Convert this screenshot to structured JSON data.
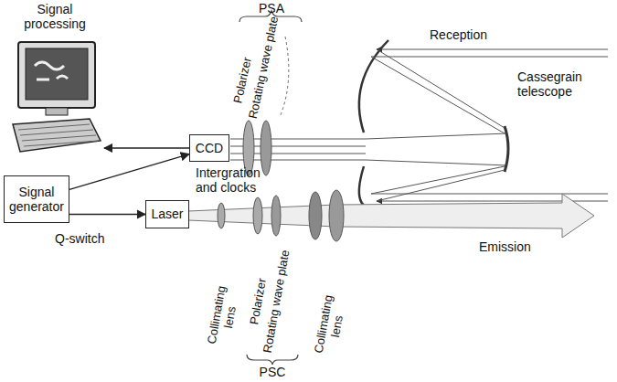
{
  "diagram": {
    "nodes": [
      {
        "text": [
          "Signal processing"
        ]
      },
      {
        "text": [
          "CCD"
        ]
      },
      {
        "text": [
          "Signal generator"
        ]
      },
      {
        "text": [
          "Laser"
        ]
      }
    ],
    "edges": [
      {
        "from": 1,
        "to": 0,
        "arrow": "to"
      },
      {
        "from": 2,
        "to": 1,
        "arrow": "to"
      },
      {
        "from": 2,
        "to": 3,
        "arrow": "to"
      }
    ],
    "labels": [
      "PSA",
      "Polarizer",
      "Rotating wave plate",
      "Reception",
      "Cassegrain telescope",
      "Intergration and clocks",
      "Q-switch",
      "Collimating lens",
      "Polarizer",
      "Rotating wave plate",
      "Collimating lens",
      "PSC",
      "Emission"
    ]
  }
}
